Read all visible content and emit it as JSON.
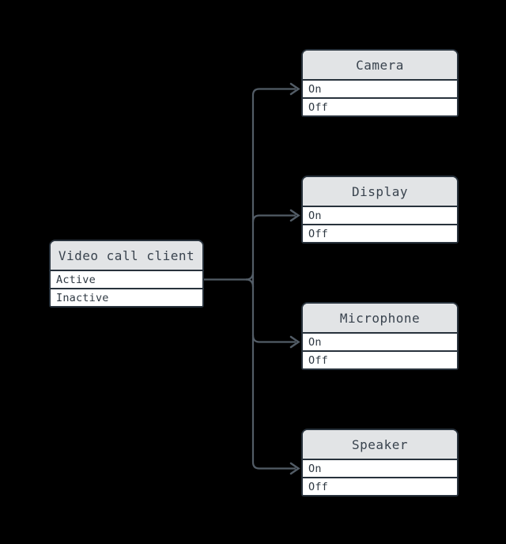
{
  "colors": {
    "background": "#000000",
    "node_border": "#28323c",
    "header_fill": "#e2e4e6",
    "row_fill": "#ffffff",
    "text": "#39434e",
    "connector": "#525c66"
  },
  "nodes": [
    {
      "title": "Video call client",
      "rows": [
        "Active",
        "Inactive"
      ]
    },
    {
      "title": "Camera",
      "rows": [
        "On",
        "Off"
      ]
    },
    {
      "title": "Display",
      "rows": [
        "On",
        "Off"
      ]
    },
    {
      "title": "Microphone",
      "rows": [
        "On",
        "Off"
      ]
    },
    {
      "title": "Speaker",
      "rows": [
        "On",
        "Off"
      ]
    }
  ],
  "edges": [
    {
      "from": "Video call client",
      "to": "Camera"
    },
    {
      "from": "Video call client",
      "to": "Display"
    },
    {
      "from": "Video call client",
      "to": "Microphone"
    },
    {
      "from": "Video call client",
      "to": "Speaker"
    }
  ]
}
